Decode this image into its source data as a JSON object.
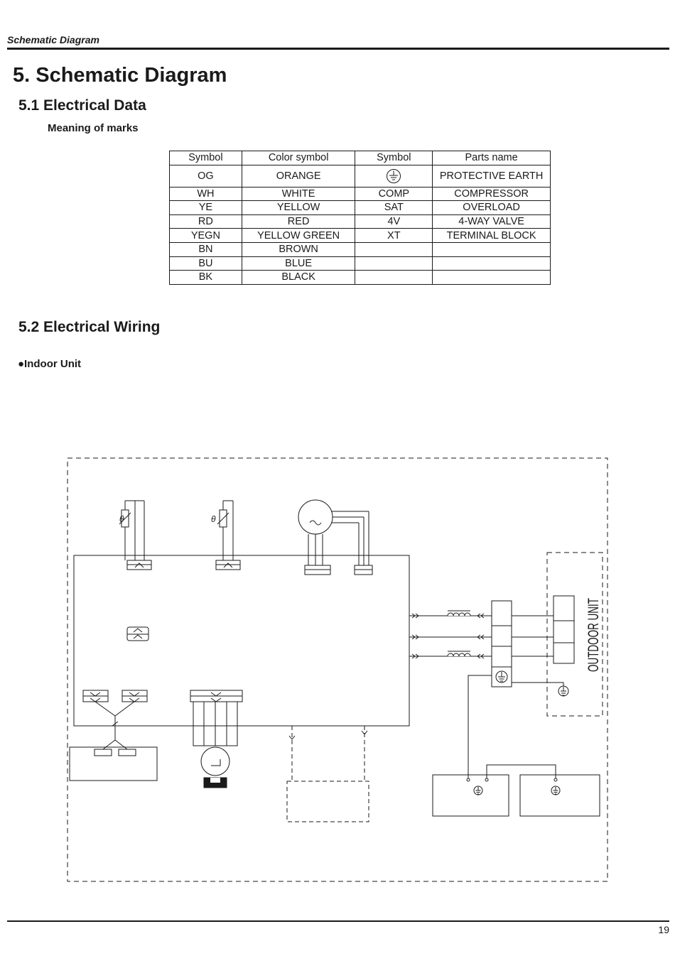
{
  "running_header": "Schematic Diagram",
  "page_title": "5. Schematic Diagram",
  "section_electrical_data": "5.1 Electrical Data",
  "subheading_marks": "Meaning of marks",
  "marks_table": {
    "headers": [
      "Symbol",
      "Color symbol",
      "Symbol",
      "Parts name"
    ],
    "rows": [
      {
        "code": "OG",
        "color": "ORANGE",
        "symbol": "",
        "part": "PROTECTIVE EARTH",
        "symbol_icon": "protective-earth-icon"
      },
      {
        "code": "WH",
        "color": "WHITE",
        "symbol": "COMP",
        "part": "COMPRESSOR"
      },
      {
        "code": "YE",
        "color": "YELLOW",
        "symbol": "SAT",
        "part": "OVERLOAD"
      },
      {
        "code": "RD",
        "color": "RED",
        "symbol": "4V",
        "part": "4-WAY VALVE"
      },
      {
        "code": "YEGN",
        "color": "YELLOW GREEN",
        "symbol": "XT",
        "part": "TERMINAL BLOCK"
      },
      {
        "code": "BN",
        "color": "BROWN",
        "symbol": "",
        "part": ""
      },
      {
        "code": "BU",
        "color": "BLUE",
        "symbol": "",
        "part": ""
      },
      {
        "code": "BK",
        "color": "BLACK",
        "symbol": "",
        "part": ""
      }
    ]
  },
  "section_electrical_wiring": "5.2 Electrical Wiring",
  "subheading_indoor": "●Indoor Unit",
  "diagram": {
    "outdoor_unit_label": "OUTDOOR UNIT",
    "icons": [
      "thermistor-icon",
      "fan-motor-icon",
      "stepping-motor-icon",
      "inductor-icon",
      "ground-icon",
      "connector-icon",
      "terminal-block-icon"
    ]
  },
  "page_number": "19"
}
